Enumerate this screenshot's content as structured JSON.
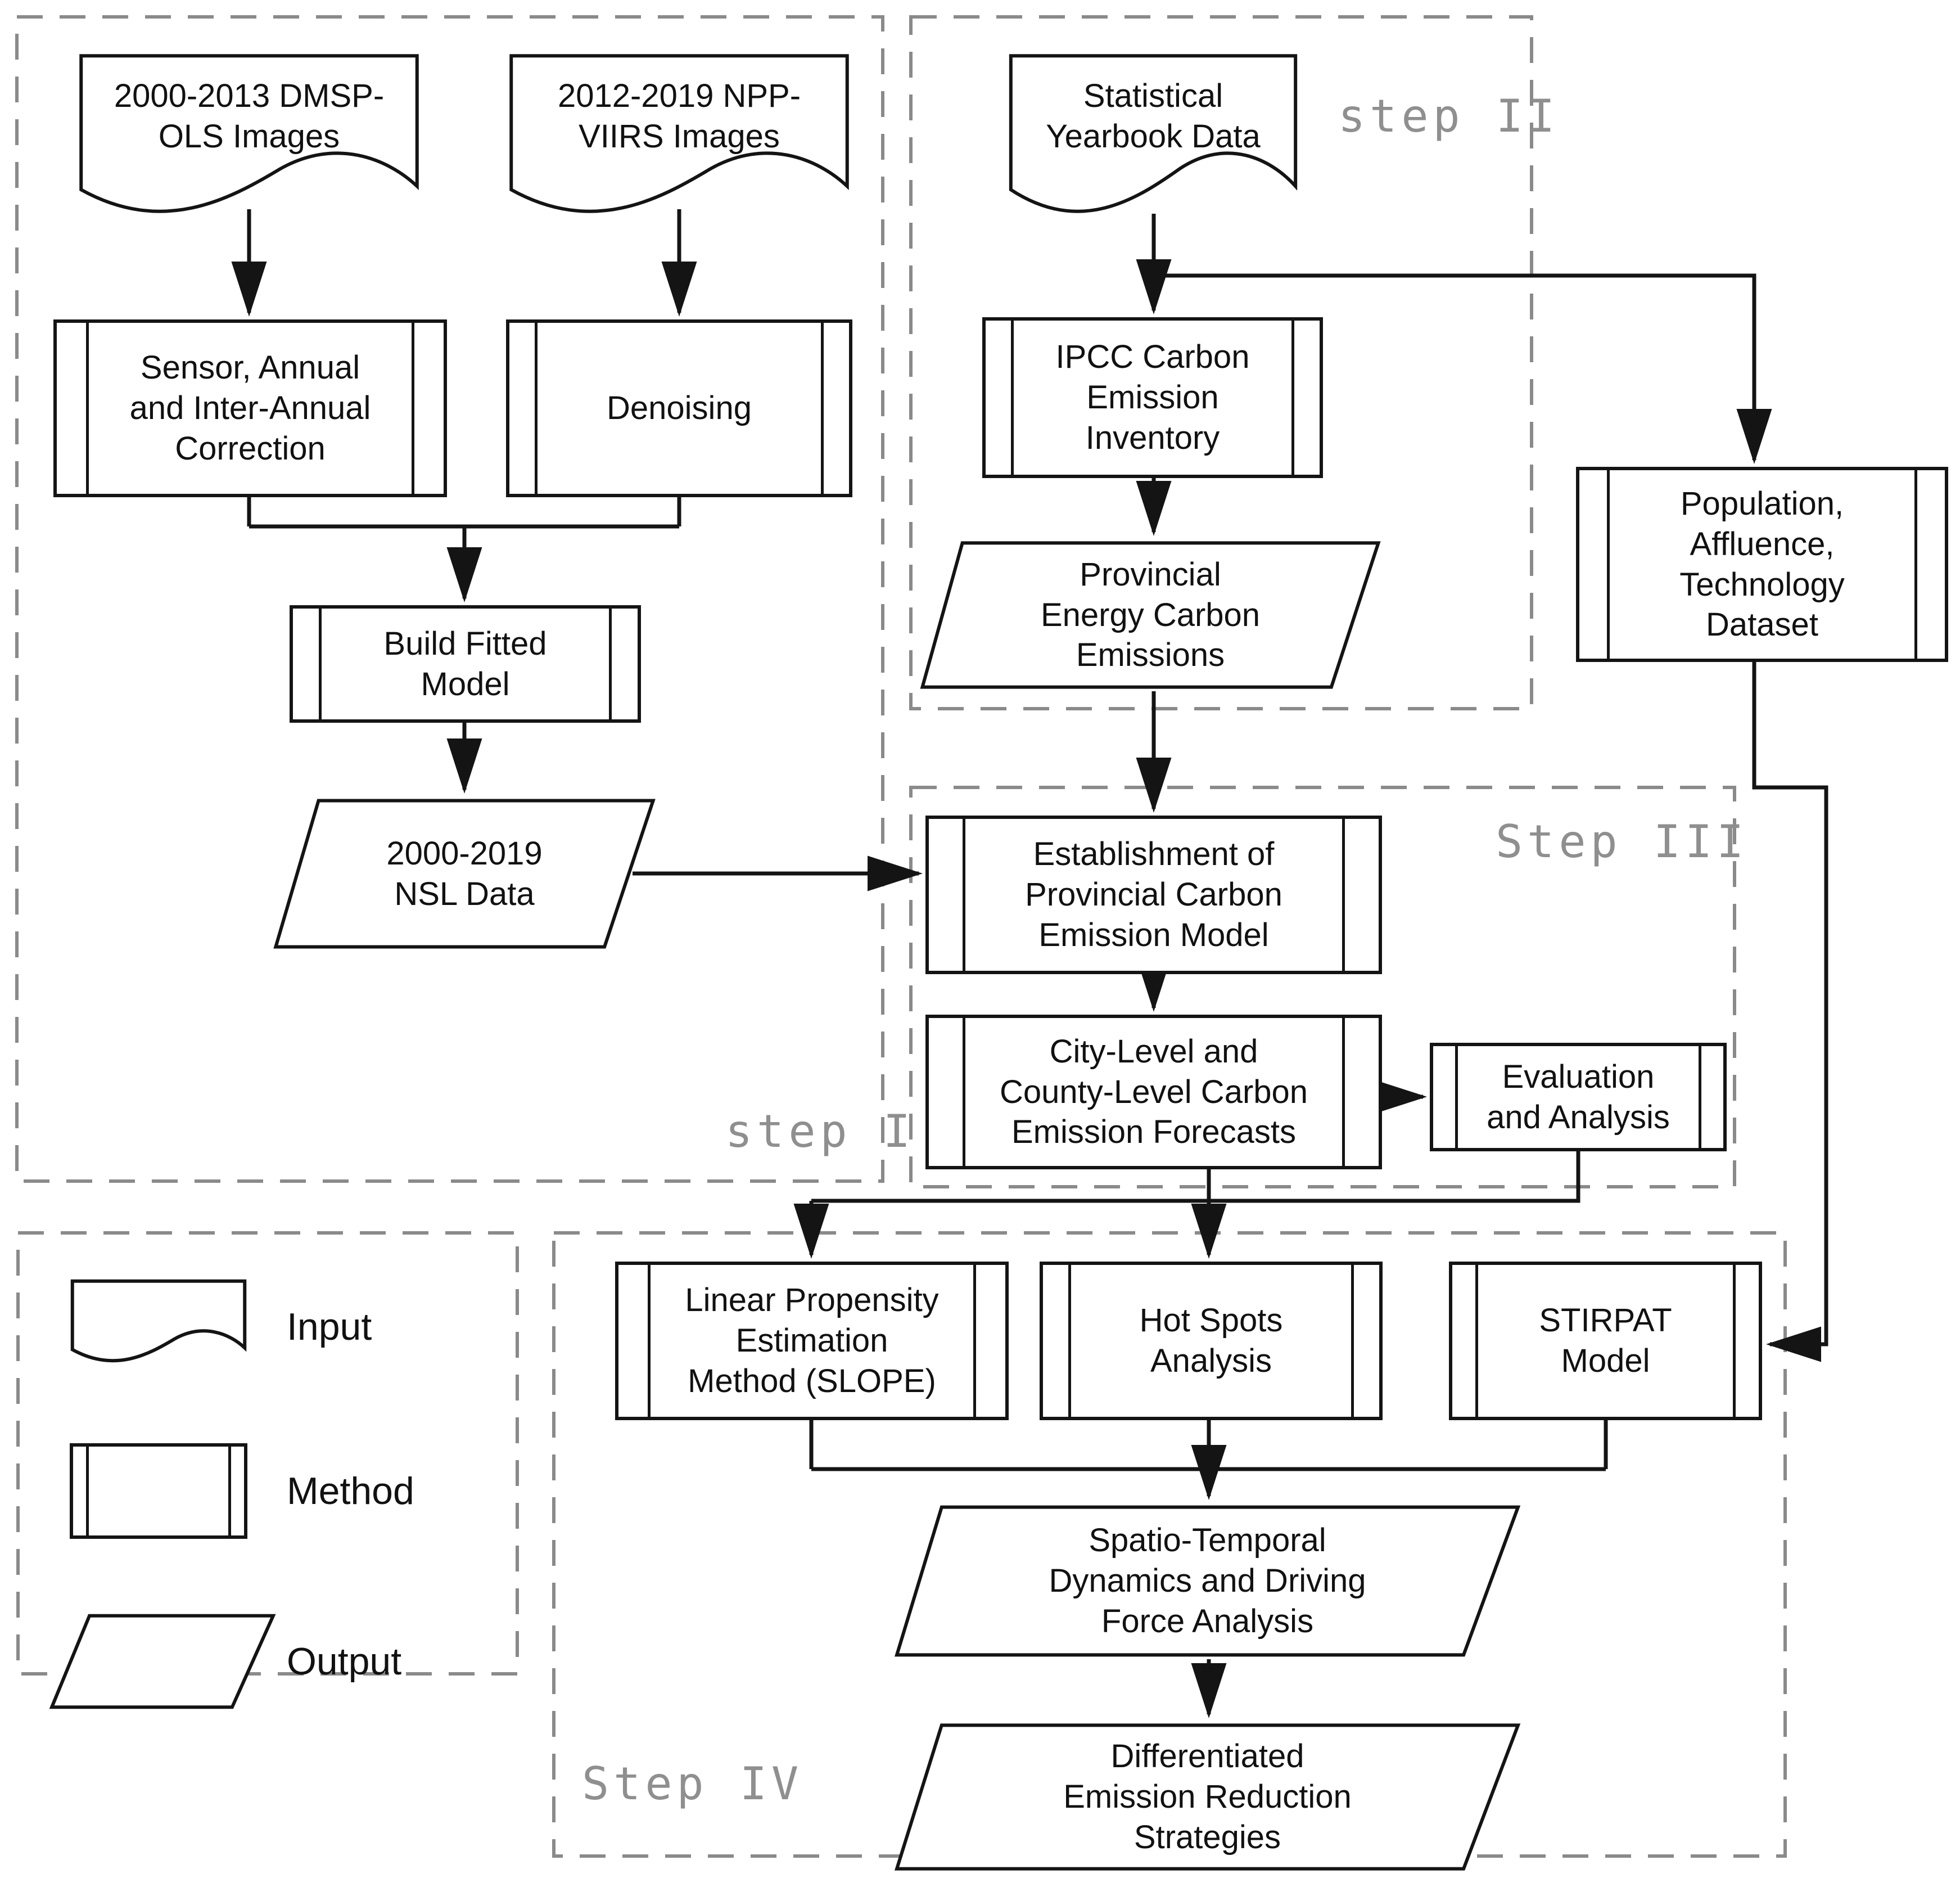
{
  "diagram": {
    "steps": {
      "s1": "step I",
      "s2": "step II",
      "s3": "Step III",
      "s4": "Step IV"
    },
    "nodes": {
      "dmsp": {
        "type": "input",
        "label": "2000-2013 DMSP-\nOLS Images"
      },
      "viirs": {
        "type": "input",
        "label": "2012-2019 NPP-\nVIIRS Images"
      },
      "yearbook": {
        "type": "input",
        "label": "Statistical\nYearbook Data"
      },
      "sensor": {
        "type": "method",
        "label": "Sensor, Annual\nand Inter-Annual\nCorrection"
      },
      "denoising": {
        "type": "method",
        "label": "Denoising"
      },
      "build": {
        "type": "method",
        "label": "Build Fitted\nModel"
      },
      "ipcc": {
        "type": "method",
        "label": "IPCC Carbon\nEmission\nInventory"
      },
      "population": {
        "type": "method",
        "label": "Population,\nAffluence,\nTechnology\nDataset"
      },
      "nsl": {
        "type": "output",
        "label": "2000-2019\nNSL Data"
      },
      "provincial": {
        "type": "output",
        "label": "Provincial\nEnergy Carbon\nEmissions"
      },
      "establishment": {
        "type": "method",
        "label": "Establishment of\nProvincial Carbon\nEmission Model"
      },
      "citylevel": {
        "type": "method",
        "label": "City-Level and\nCounty-Level Carbon\nEmission Forecasts"
      },
      "evaluation": {
        "type": "method",
        "label": "Evaluation\nand Analysis"
      },
      "slope": {
        "type": "method",
        "label": "Linear Propensity\nEstimation\nMethod (SLOPE)"
      },
      "hotspots": {
        "type": "method",
        "label": "Hot Spots\nAnalysis"
      },
      "stirpat": {
        "type": "method",
        "label": "STIRPAT\nModel"
      },
      "spatio": {
        "type": "output",
        "label": "Spatio-Temporal\nDynamics and Driving\nForce Analysis"
      },
      "differentiated": {
        "type": "output",
        "label": "Differentiated\nEmission Reduction\nStrategies"
      }
    },
    "legend": {
      "input": "Input",
      "method": "Method",
      "output": "Output"
    },
    "colors": {
      "line": "#141414",
      "region_dash": "#8a8a8a",
      "step_label": "#8f8f8f",
      "background": "#ffffff"
    }
  }
}
